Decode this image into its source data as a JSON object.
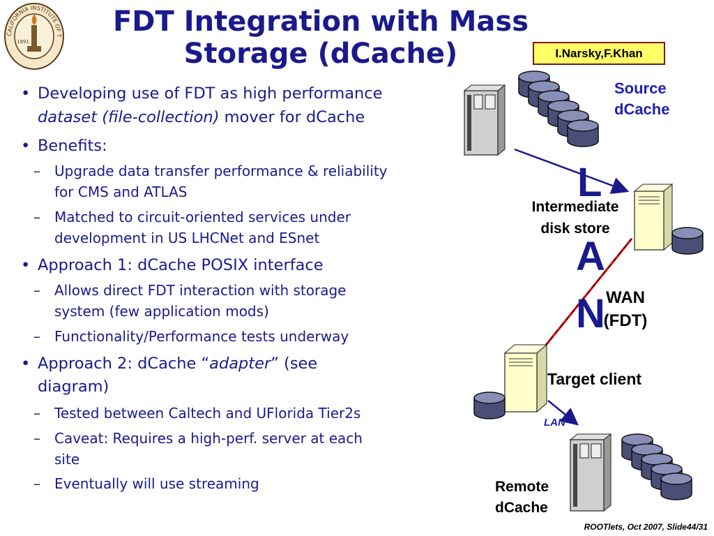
{
  "title_line1": "FDT Integration with Mass",
  "title_line2": "Storage (dCache)",
  "credits": "I.Narsky,F.Khan",
  "logo_text": "CALIFORNIA INSTITUTE OF TECHNOLOGY",
  "logo_year": "1891",
  "bullets": {
    "b1_line1": "Developing use of FDT as high performance",
    "b1_line2_italic": "dataset (file-collection)",
    "b1_line2_rest": " mover for dCache",
    "b2": "Benefits:",
    "b2_s1_line1": "Upgrade data transfer performance & reliability",
    "b2_s1_line2": "for CMS and ATLAS",
    "b2_s2_line1": " Matched to circuit-oriented services under",
    "b2_s2_line2": "development in US LHCNet and ESnet",
    "b3": "Approach 1:  dCache POSIX interface",
    "b3_s1_line1": "Allows direct FDT interaction with storage",
    "b3_s1_line2": "system (few application mods)",
    "b3_s2": " Functionality/Performance tests underway",
    "b4_pre": "Approach 2: dCache “",
    "b4_italic": "adapter",
    "b4_post": "” (see",
    "b4_line2": "diagram)",
    "b4_s1": "Tested between Caltech and UFlorida Tier2s",
    "b4_s2_line1": "Caveat: Requires a high-perf. server at each",
    "b4_s2_line2": "site",
    "b4_s3": "Eventually will use streaming",
    "bullet_char": "•",
    "dash_char": "–"
  },
  "diagram": {
    "source_line1": "Source",
    "source_line2": "dCache",
    "intermediate_line1": "Intermediate",
    "intermediate_line2": "disk store",
    "wan_line1": "WAN",
    "wan_line2": "(FDT)",
    "target": "Target client",
    "lan_small": "LAN",
    "remote_line1": "Remote",
    "remote_line2": "dCache",
    "lan_big_l": "L",
    "lan_big_a": "A",
    "lan_big_n": "N"
  },
  "footer": "ROOTlets, Oct 2007,  Slide44/31",
  "colors": {
    "title": "#1a1a8c",
    "credits_bg": "#ffff66",
    "credits_border": "#7a1b1b",
    "server_cream": "#ffffcc",
    "server_gray": "#c8c8c8",
    "disk": "#4a4f7a",
    "wan_line": "#d40000"
  }
}
